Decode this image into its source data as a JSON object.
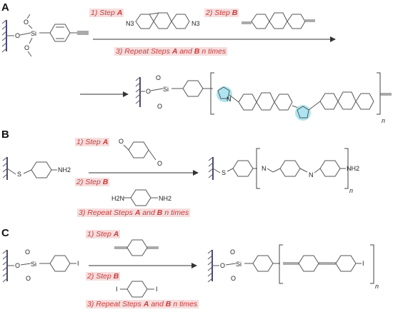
{
  "panels": [
    {
      "letter": "A",
      "steps": {
        "step1": {
          "num": "1)",
          "word": "Step",
          "letter": "A"
        },
        "step2": {
          "num": "2)",
          "word": "Step",
          "letter": "B"
        },
        "step3": {
          "num": "3)",
          "word": "Repeat Steps",
          "a": "A",
          "and": "and",
          "b": "B",
          "tail": "n  times"
        }
      },
      "labels": {
        "si": "Si",
        "o1": "O",
        "o2": "O",
        "o3": "O",
        "n3_left": "N3",
        "n3_right": "N3",
        "n_label": "N",
        "n_sub": "n"
      }
    },
    {
      "letter": "B",
      "steps": {
        "step1": {
          "num": "1)",
          "word": "Step",
          "letter": "A"
        },
        "step2": {
          "num": "2)",
          "word": "Step",
          "letter": "B"
        },
        "step3": {
          "num": "3)",
          "word": "Repeat Steps",
          "a": "A",
          "and": "and",
          "b": "B",
          "tail": "n  times"
        }
      },
      "labels": {
        "s": "S",
        "nh2": "NH2",
        "o_ald": "O",
        "h2n": "H2N",
        "n": "N",
        "n_sub": "n"
      }
    },
    {
      "letter": "C",
      "steps": {
        "step1": {
          "num": "1)",
          "word": "Step",
          "letter": "A"
        },
        "step2": {
          "num": "2)",
          "word": "Step",
          "letter": "B"
        },
        "step3": {
          "num": "3)",
          "word": "Repeat Steps",
          "a": "A",
          "and": "and",
          "b": "B",
          "tail": "n  times"
        }
      },
      "labels": {
        "si": "Si",
        "o": "O",
        "i": "I",
        "n_sub": "n"
      }
    }
  ]
}
